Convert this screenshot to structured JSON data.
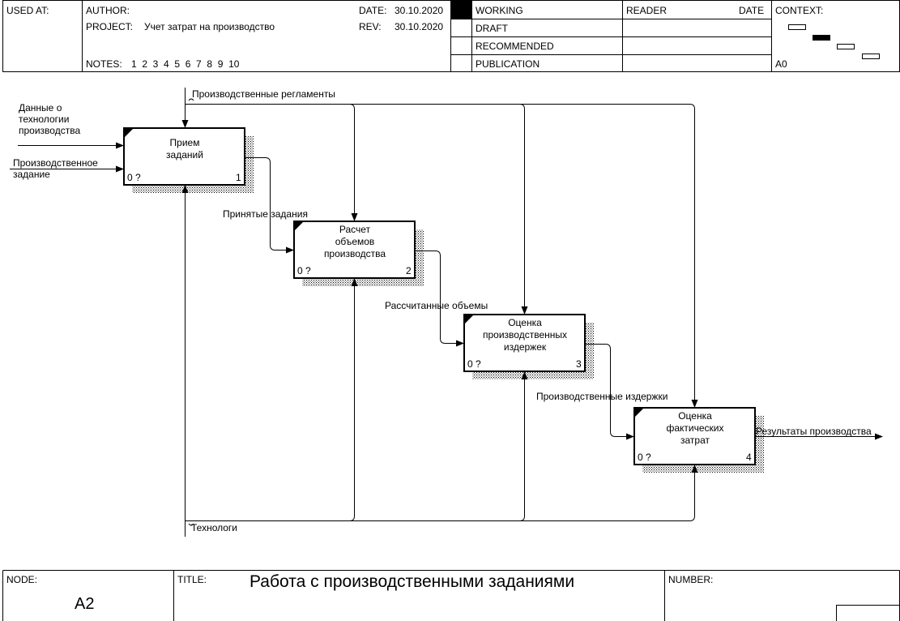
{
  "header": {
    "used_at_label": "USED AT:",
    "author_label": "AUTHOR:",
    "project_label": "PROJECT:",
    "project_value": "Учет затрат на производство",
    "date_label": "DATE:",
    "date_value": "30.10.2020",
    "rev_label": "REV:",
    "rev_value": "30.10.2020",
    "notes_label": "NOTES:",
    "notes_values": "1  2  3  4  5  6  7  8  9  10",
    "status": [
      "WORKING",
      "DRAFT",
      "RECOMMENDED",
      "PUBLICATION"
    ],
    "reader_label": "READER",
    "reader_date_label": "DATE",
    "context_label": "CONTEXT:",
    "context_node": "A0"
  },
  "boxes": [
    {
      "lines": [
        "Прием",
        "заданий"
      ],
      "cost": "0 ?",
      "number": "1"
    },
    {
      "lines": [
        "Расчет",
        "объемов",
        "производства"
      ],
      "cost": "0 ?",
      "number": "2"
    },
    {
      "lines": [
        "Оценка",
        "производственных",
        "издержек"
      ],
      "cost": "0 ?",
      "number": "3"
    },
    {
      "lines": [
        "Оценка",
        "фактических",
        "затрат"
      ],
      "cost": "0 ?",
      "number": "4"
    }
  ],
  "arrows": {
    "input_1": [
      "Данные о",
      "технологии",
      "производства"
    ],
    "input_2": [
      "Производственное",
      "задание"
    ],
    "control": "Производственные регламенты",
    "mechanism": "Технологи",
    "flow_1_2": "Принятые задания",
    "flow_2_3": "Рассчитанные объемы",
    "flow_3_4": "Производственные издержки",
    "output": "Результаты производства"
  },
  "footer": {
    "node_label": "NODE:",
    "node_value": "A2",
    "title_label": "TITLE:",
    "title_value": "Работа с производственными  заданиями",
    "number_label": "NUMBER:"
  }
}
